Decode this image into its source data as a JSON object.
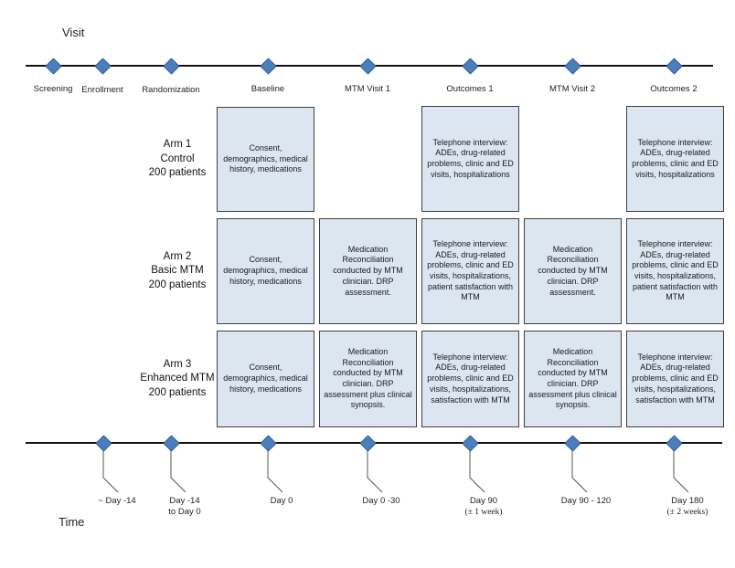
{
  "titles": {
    "visit_axis": "Visit",
    "time_axis": "Time"
  },
  "colors": {
    "diamond_fill": "#4a7ebc",
    "diamond_border": "#35619e",
    "box_fill": "#dce6f1",
    "box_border": "#3f3f3f",
    "axis_line": "#111111"
  },
  "visits": [
    {
      "label": "Screening"
    },
    {
      "label": "Enrollment"
    },
    {
      "label": "Randomization"
    },
    {
      "label": "Baseline"
    },
    {
      "label": "MTM Visit 1"
    },
    {
      "label": "Outcomes 1"
    },
    {
      "label": "MTM Visit 2"
    },
    {
      "label": "Outcomes 2"
    }
  ],
  "arms": [
    {
      "name_lines": [
        "Arm 1",
        "Control",
        "200 patients"
      ],
      "cells": [
        {
          "column": "Baseline",
          "text": "Consent, demographics, medical history, medications"
        },
        {
          "column": "Outcomes 1",
          "text": "Telephone interview: ADEs, drug-related problems, clinic and ED visits, hospitalizations"
        },
        {
          "column": "Outcomes 2",
          "text": "Telephone interview: ADEs, drug-related problems, clinic and ED visits, hospitalizations"
        }
      ]
    },
    {
      "name_lines": [
        "Arm 2",
        "Basic MTM",
        "200 patients"
      ],
      "cells": [
        {
          "column": "Baseline",
          "text": "Consent, demographics, medical history, medications"
        },
        {
          "column": "MTM Visit 1",
          "text": "Medication Reconciliation conducted by MTM clinician. DRP assessment."
        },
        {
          "column": "Outcomes 1",
          "text": "Telephone interview: ADEs, drug-related problems, clinic and ED visits, hospitalizations, patient satisfaction with MTM"
        },
        {
          "column": "MTM Visit 2",
          "text": "Medication Reconciliation conducted by MTM clinician. DRP assessment."
        },
        {
          "column": "Outcomes 2",
          "text": "Telephone interview: ADEs, drug-related problems, clinic and ED visits, hospitalizations, patient satisfaction with MTM"
        }
      ]
    },
    {
      "name_lines": [
        "Arm 3",
        "Enhanced MTM",
        "200 patients"
      ],
      "cells": [
        {
          "column": "Baseline",
          "text": "Consent, demographics, medical history, medications"
        },
        {
          "column": "MTM Visit 1",
          "text": "Medication Reconciliation conducted by MTM clinician. DRP assessment plus clinical synopsis."
        },
        {
          "column": "Outcomes 1",
          "text": "Telephone interview: ADEs, drug-related problems, clinic and ED visits, hospitalizations, satisfaction with MTM"
        },
        {
          "column": "MTM Visit 2",
          "text": "Medication Reconciliation conducted by MTM clinician. DRP assessment plus clinical synopsis."
        },
        {
          "column": "Outcomes 2",
          "text": "Telephone interview: ADEs, drug-related problems, clinic and ED visits, hospitalizations, satisfaction with MTM"
        }
      ]
    }
  ],
  "time_points": [
    {
      "line1": "~ Day -14",
      "line2": ""
    },
    {
      "line1": "Day -14",
      "line2": "to Day 0"
    },
    {
      "line1": "Day 0",
      "line2": ""
    },
    {
      "line1": "Day 0 -30",
      "line2": ""
    },
    {
      "line1": "Day 90",
      "line2": "(± 1 week)"
    },
    {
      "line1": "Day 90 - 120",
      "line2": ""
    },
    {
      "line1": "Day 180",
      "line2": "(± 2 weeks)"
    }
  ]
}
